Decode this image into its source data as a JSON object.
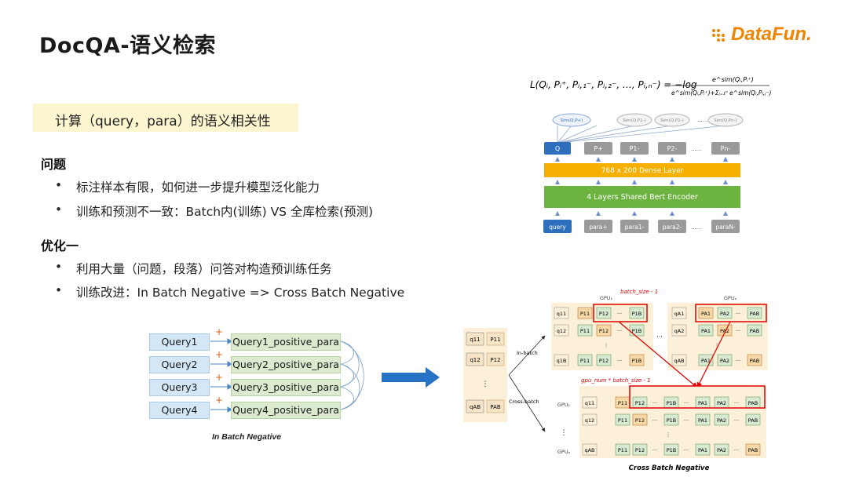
{
  "title": "DocQA-语义检索",
  "logo": {
    "text": "DataFun."
  },
  "highlight": "计算（query，para）的语义相关性",
  "section1": {
    "heading": "问题",
    "bullets": [
      "标注样本有限，如何进一步提升模型泛化能力",
      "训练和预测不一致：Batch内(训练) VS 全库检索(预测)"
    ]
  },
  "section2": {
    "heading": "优化一",
    "bullets": [
      "利用大量（问题，段落）问答对构造预训练任务",
      "训练改进：In Batch Negative => Cross Batch Negative"
    ]
  },
  "bullet_symbol": "•",
  "left_diagram": {
    "queries": [
      "Query1",
      "Query2",
      "Query3",
      "Query4"
    ],
    "positives": [
      "Query1_positive_para",
      "Query2_positive_para",
      "Query3_positive_para",
      "Query4_positive_para"
    ],
    "plus": "+",
    "caption": "In Batch Negative"
  },
  "model_diagram": {
    "sims": [
      "Sim(Q,P+)",
      "Sim(Q,P1-)",
      "Sim(Q,P2-)",
      "Sim(Q,Pn-)"
    ],
    "outputs": [
      "Q",
      "P+",
      "P1-",
      "P2-",
      "Pn-"
    ],
    "dense_layer": "768 x 200 Dense Layer",
    "encoder": "4 Layers Shared Bert  Encoder",
    "inputs": [
      "query",
      "para+",
      "para1-",
      "para2-",
      "paraN-"
    ],
    "ellipsis": "......"
  },
  "right_diagram": {
    "batch_size_label": "batch_size - 1",
    "gpu_num_label": "gpu_num * batch_size - 1",
    "gpu1": "GPU₁",
    "gpuA": "GPUₐ",
    "in_batch": "In-batch",
    "cross_batch": "Cross-batch",
    "caption": "Cross Batch Negative"
  },
  "colors": {
    "accent": "#f08300",
    "highlight_bg": "#fbf6cf",
    "dense": "#f6b000",
    "encoder": "#6db33f",
    "query_blue": "#2e6fbd",
    "red": "#e00000"
  }
}
